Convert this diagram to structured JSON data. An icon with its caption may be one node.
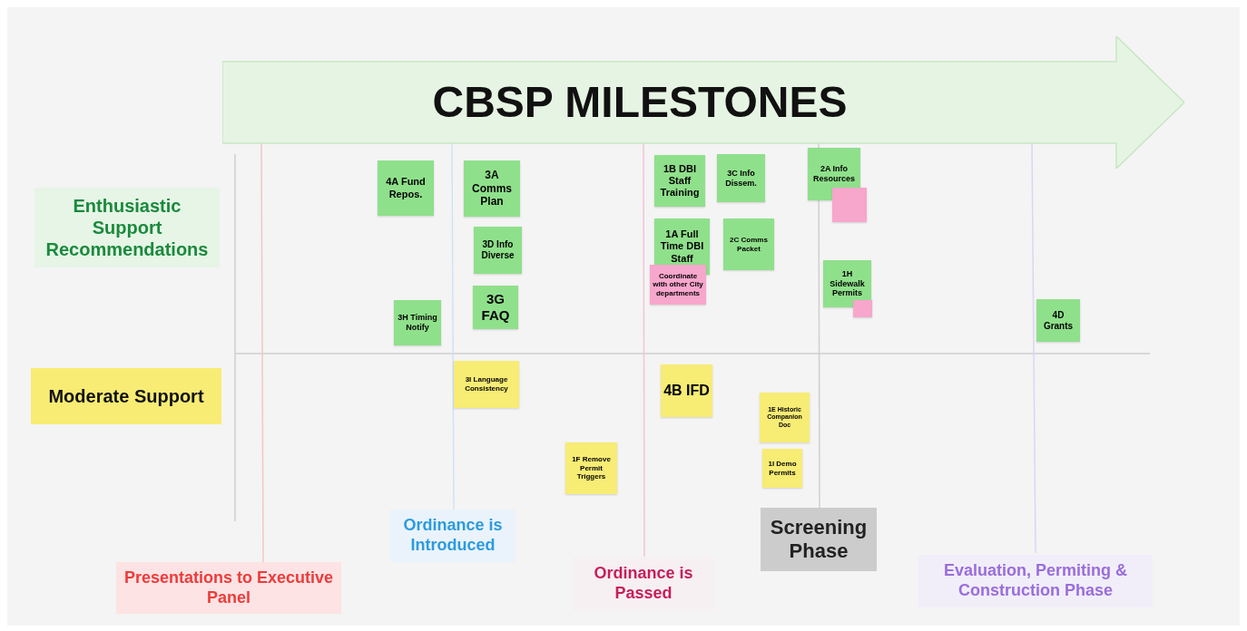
{
  "diagram": {
    "nodes": [
      {
        "text": [
          "CBSP MILESTONES"
        ]
      },
      {
        "text": [
          "Enthusiastic Support Recommendations"
        ]
      },
      {
        "text": [
          "Moderate Support"
        ]
      },
      {
        "text": [
          "4A Fund Repos."
        ]
      },
      {
        "text": [
          "3A Comms Plan"
        ]
      },
      {
        "text": [
          "1B DBI Staff Training"
        ]
      },
      {
        "text": [
          "3C Info Dissem."
        ]
      },
      {
        "text": [
          "2A Info Resources"
        ]
      },
      {
        "text": [],
        "shape": "box"
      },
      {
        "text": [
          "3D Info Diverse"
        ]
      },
      {
        "text": [
          "1A Full Time DBI Staff"
        ]
      },
      {
        "text": [
          "2C Comms Packet"
        ]
      },
      {
        "text": [
          "Coordinate with other City departments"
        ]
      },
      {
        "text": [
          "3G FAQ"
        ]
      },
      {
        "text": [
          "1H Sidewalk Permits"
        ]
      },
      {
        "text": [],
        "shape": "box"
      },
      {
        "text": [
          "3H Timing Notify"
        ]
      },
      {
        "text": [
          "4D Grants"
        ]
      },
      {
        "text": [
          "3I Language Consistency"
        ]
      },
      {
        "text": [
          "4B IFD"
        ]
      },
      {
        "text": [
          "1E Historic Companion Doc"
        ]
      },
      {
        "text": [
          "1F Remove Permit Triggers"
        ]
      },
      {
        "text": [
          "1I Demo Permits"
        ]
      },
      {
        "text": [
          "Presentations to Executive Panel"
        ]
      },
      {
        "text": [
          "Ordinance is Introduced"
        ]
      },
      {
        "text": [
          "Ordinance is Passed"
        ]
      },
      {
        "text": [
          "Screening Phase"
        ]
      },
      {
        "text": [
          "Evaluation, Permiting & Construction Phase"
        ]
      }
    ]
  }
}
